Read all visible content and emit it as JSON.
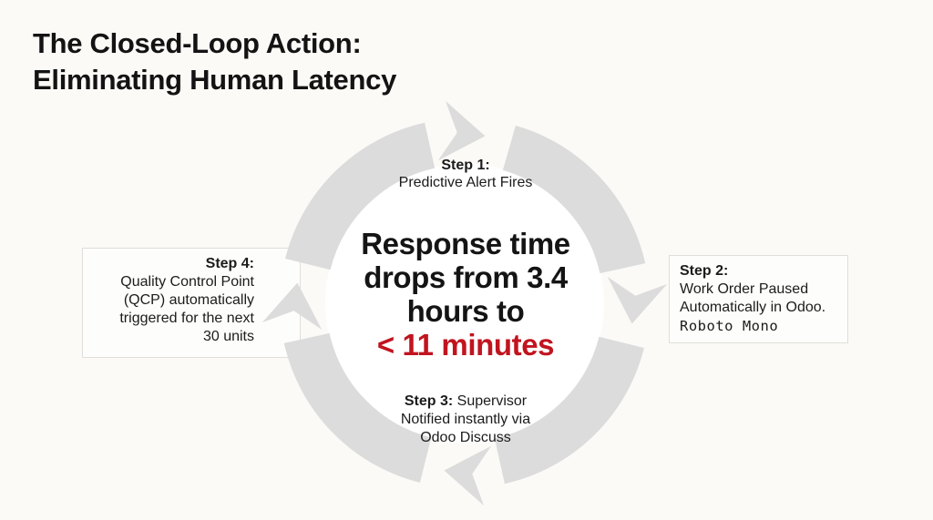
{
  "title": {
    "lines": [
      "The Closed-Loop Action:",
      "Eliminating Human Latency"
    ]
  },
  "center_message": {
    "lines": [
      "Response time",
      "drops from 3.4",
      "hours to"
    ],
    "highlight": "< 11 minutes"
  },
  "steps": [
    {
      "label": "Step 1:",
      "lines": [
        "Predictive Alert Fires"
      ]
    },
    {
      "label": "Step 2:",
      "lines": [
        "Work Order Paused",
        "Automatically in Odoo."
      ],
      "mono": "Roboto Mono"
    },
    {
      "label": "Step 3:",
      "inline": "Supervisor",
      "lines": [
        "Notified instantly via",
        "Odoo Discuss"
      ]
    },
    {
      "label": "Step 4:",
      "lines": [
        "Quality Control Point",
        "(QCP) automatically",
        "triggered for the next",
        "30 units"
      ]
    }
  ],
  "diagram": {
    "type": "cycle",
    "direction": "clockwise",
    "step_count": 4
  },
  "colors": {
    "background": "#fbfaf7",
    "ring_gray": "#dcdcdc",
    "accent_red": "#c1141f",
    "text": "#141414",
    "card_background": "#fdfdfb",
    "card_border": "#dfdeda"
  }
}
